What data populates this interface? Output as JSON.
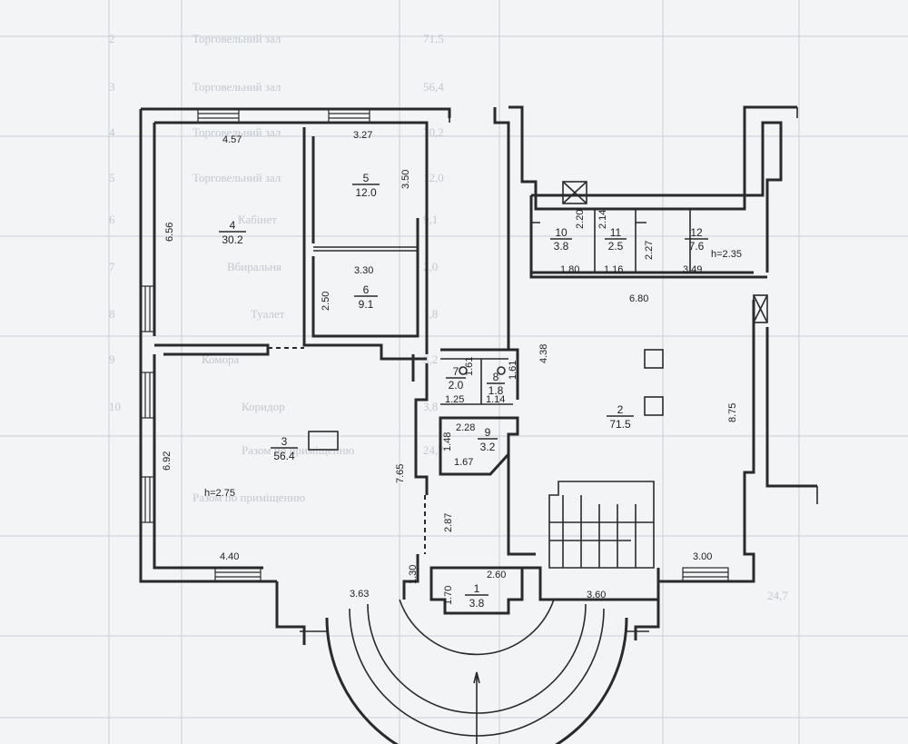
{
  "background_table": [
    {
      "num": "2",
      "name": "Торговельний зал",
      "area": "71,5"
    },
    {
      "num": "3",
      "name": "Торговельний зал",
      "area": "56,4"
    },
    {
      "num": "4",
      "name": "Торговельний зал",
      "area": "30,2"
    },
    {
      "num": "5",
      "name": "Торговельний зал",
      "area": "12,0"
    },
    {
      "num": "6",
      "name": "Кабінет",
      "area": "9,1"
    },
    {
      "num": "7",
      "name": "Вбиральня",
      "area": "2,0"
    },
    {
      "num": "8",
      "name": "Туалет",
      "area": "1,8"
    },
    {
      "num": "9",
      "name": "Комора",
      "area": "3,2"
    },
    {
      "num": "10",
      "name": "Коридор",
      "area": "3,8"
    },
    {
      "num": "",
      "name": "Разом по приміщенню",
      "area": "24,7"
    }
  ],
  "rooms": [
    {
      "number": "1",
      "area": "3.8"
    },
    {
      "number": "2",
      "area": "71.5"
    },
    {
      "number": "3",
      "area": "56.4"
    },
    {
      "number": "4",
      "area": "30.2"
    },
    {
      "number": "5",
      "area": "12.0"
    },
    {
      "number": "6",
      "area": "9.1"
    },
    {
      "number": "7",
      "area": "2.0"
    },
    {
      "number": "8",
      "area": "1.8"
    },
    {
      "number": "9",
      "area": "3.2"
    },
    {
      "number": "10",
      "area": "3.8"
    },
    {
      "number": "11",
      "area": "2.5"
    },
    {
      "number": "12",
      "area": "7.6"
    }
  ],
  "heights": {
    "main": "h=2.75",
    "room12": "h=2.35"
  },
  "dimensions": [
    "4.57",
    "3.27",
    "3.50",
    "6.56",
    "3.30",
    "2.50",
    "6.92",
    "7.65",
    "2.87",
    "4.40",
    "3.63",
    "1.30",
    "1.70",
    "2.60",
    "3.60",
    "3.00",
    "8.75",
    "4.38",
    "6.80",
    "1.80",
    "1.16",
    "3.49",
    "2.20",
    "2.14",
    "2.27",
    "1.61",
    "1.61",
    "1.25",
    "1.14",
    "2.28",
    "1.48",
    "1.67"
  ]
}
